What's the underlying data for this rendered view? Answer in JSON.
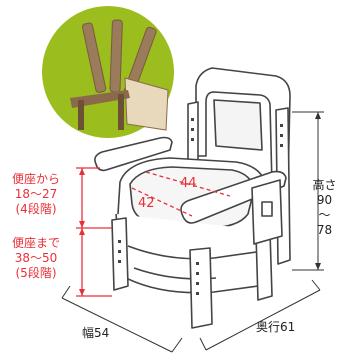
{
  "colors": {
    "accent_red": "#e8303a",
    "inset_green": "#9bbd1e",
    "frame": "#444444"
  },
  "icons": {
    "inset": "armrest-lift-motion-illustration",
    "product": "portable-toilet-chair-illustration"
  },
  "dimensions": {
    "seat_height_from": {
      "line1": "便座から",
      "line2": "18〜27",
      "line3": "(4段階)"
    },
    "seat_height_to": {
      "line1": "便座まで",
      "line2": "38〜50",
      "line3": "(5段階)"
    },
    "seat_depth": "44",
    "seat_width": "42",
    "overall_height": {
      "line1": "高さ",
      "line2": "90",
      "line3": "〜",
      "line4": "78"
    },
    "width_label": "幅54",
    "depth_label": "奥行61"
  }
}
